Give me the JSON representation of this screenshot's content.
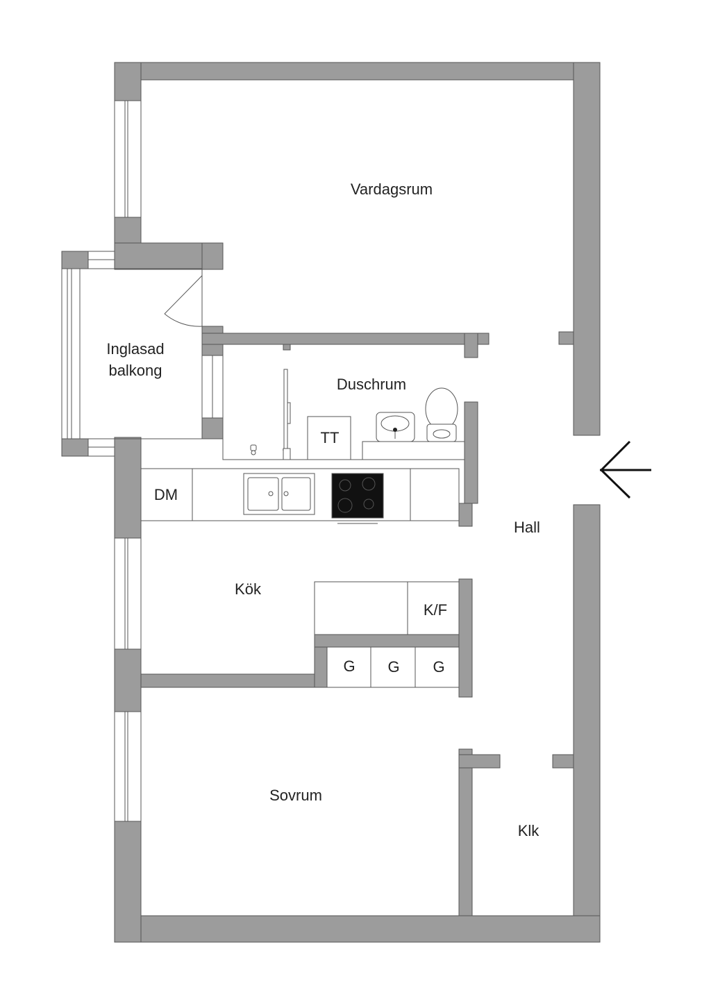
{
  "rooms": {
    "living": "Vardagsrum",
    "balcony_line1": "Inglasad",
    "balcony_line2": "balkong",
    "shower": "Duschrum",
    "hall": "Hall",
    "kitchen": "Kök",
    "bedroom": "Sovrum",
    "closet": "Klk"
  },
  "fixtures": {
    "washer": "TT",
    "dishwasher": "DM",
    "fridge_freezer": "K/F",
    "wardrobe_1": "G",
    "wardrobe_2": "G",
    "wardrobe_3": "G"
  },
  "colors": {
    "wall": "#9c9c9c",
    "outline": "#555555"
  },
  "icons": {
    "entrance": "arrow-left-icon",
    "sink": "sink-icon",
    "stove": "stove-icon",
    "toilet": "toilet-icon",
    "washbasin": "washbasin-icon",
    "door": "door-swing-icon"
  }
}
